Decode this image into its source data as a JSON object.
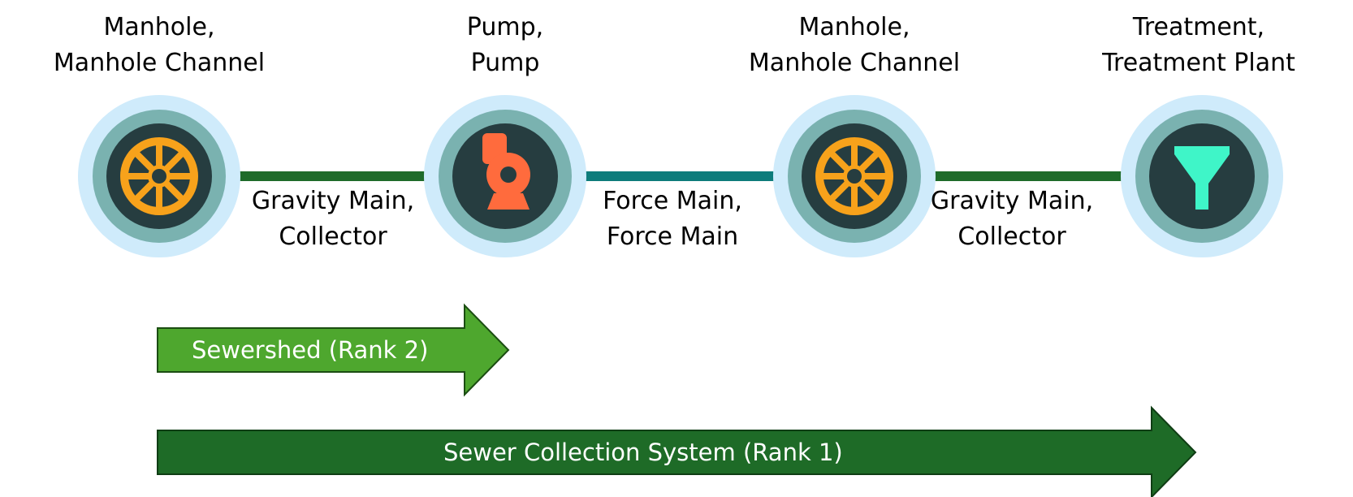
{
  "nodes": [
    {
      "line1": "Manhole,",
      "line2": "Manhole Channel",
      "icon": "manhole-icon",
      "icon_color": "#F7A21B"
    },
    {
      "line1": "Pump,",
      "line2": "Pump",
      "icon": "pump-icon",
      "icon_color": "#FF6B3D"
    },
    {
      "line1": "Manhole,",
      "line2": "Manhole Channel",
      "icon": "manhole-icon",
      "icon_color": "#F7A21B"
    },
    {
      "line1": "Treatment,",
      "line2": "Treatment Plant",
      "icon": "funnel-icon",
      "icon_color": "#3FF5C8"
    }
  ],
  "edges": [
    {
      "line1": "Gravity Main,",
      "line2": "Collector",
      "color": "#1F6B2A"
    },
    {
      "line1": "Force Main,",
      "line2": "Force Main",
      "color": "#0E7C7B"
    },
    {
      "line1": "Gravity Main,",
      "line2": "Collector",
      "color": "#1F6B2A"
    }
  ],
  "ranks": [
    {
      "label": "Sewershed (Rank 2)",
      "color": "#4EA72E"
    },
    {
      "label": "Sewer Collection System (Rank 1)",
      "color": "#1E6B27"
    }
  ],
  "colors": {
    "outer_ring": "#CFEBFB",
    "middle_ring": "#7AB2B0",
    "inner_disc": "#263D40"
  }
}
